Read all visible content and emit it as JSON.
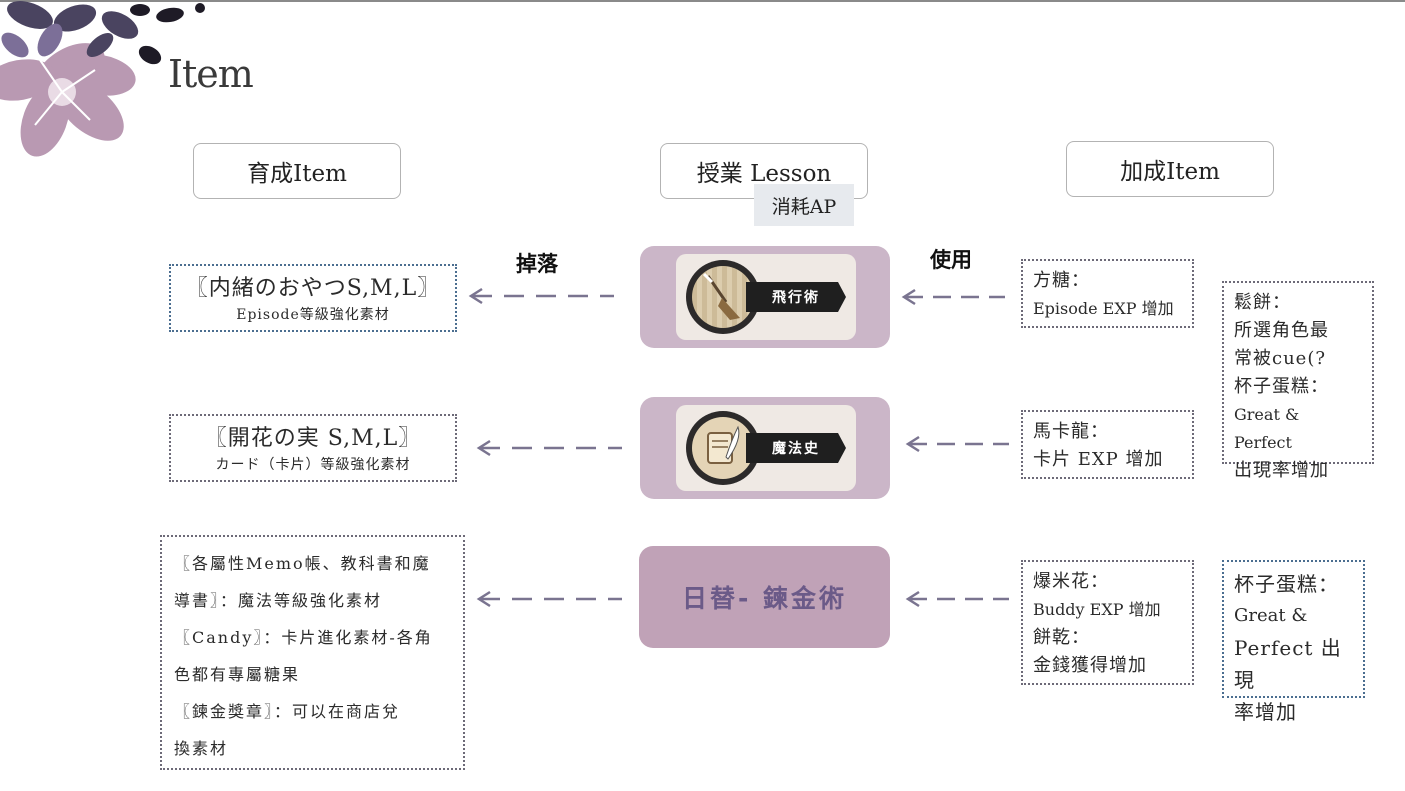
{
  "title": "Item",
  "headers": {
    "left": "育成Item",
    "center": "授業 Lesson",
    "center_sub": "消耗AP",
    "right": "加成Item"
  },
  "labels": {
    "drop": "掉落",
    "use": "使用"
  },
  "lessons": [
    {
      "name": "飛行術",
      "icon": "broom-icon"
    },
    {
      "name": "魔法史",
      "icon": "scroll-quill-icon"
    },
    {
      "name": "日替- 鍊金術"
    }
  ],
  "left_items": [
    {
      "line1": "〖内緒のおやつS,M,L〗",
      "line2": "Episode等級強化素材"
    },
    {
      "line1": "〖開花の実 S,M,L〗",
      "line2": "カード（卡片）等級強化素材"
    },
    {
      "lines": [
        "〖各屬性Memo帳、教科書和魔",
        "導書〗：魔法等級強化素材",
        "〖Candy〗：卡片進化素材-各角",
        "色都有專屬糖果",
        "〖鍊金獎章〗：可以在商店兌",
        "換素材"
      ]
    }
  ],
  "right_items": [
    {
      "lines": [
        "方糖：",
        "Episode EXP 增加"
      ]
    },
    {
      "lines": [
        "馬卡龍：",
        "卡片 EXP 增加"
      ]
    },
    {
      "lines": [
        "爆米花：",
        "Buddy EXP 增加",
        "餅乾：",
        "金錢獲得增加"
      ]
    }
  ],
  "far_right_items": [
    {
      "lines": [
        "鬆餅：",
        "所選角色最",
        "常被cue(?",
        "杯子蛋糕：",
        "Great & Perfect",
        "出現率增加"
      ]
    },
    {
      "lines": [
        "杯子蛋糕：",
        "Great &",
        "Perfect 出現",
        "率增加"
      ]
    }
  ],
  "colors": {
    "card": "#cbb6c8",
    "card_inner": "#efe9e4",
    "alchemy": "#c0a2b7",
    "alchemy_text": "#6b5a88",
    "arrow": "#7a7490",
    "dotted_border": "#6d6a78",
    "blue_border": "#4b6e90"
  }
}
